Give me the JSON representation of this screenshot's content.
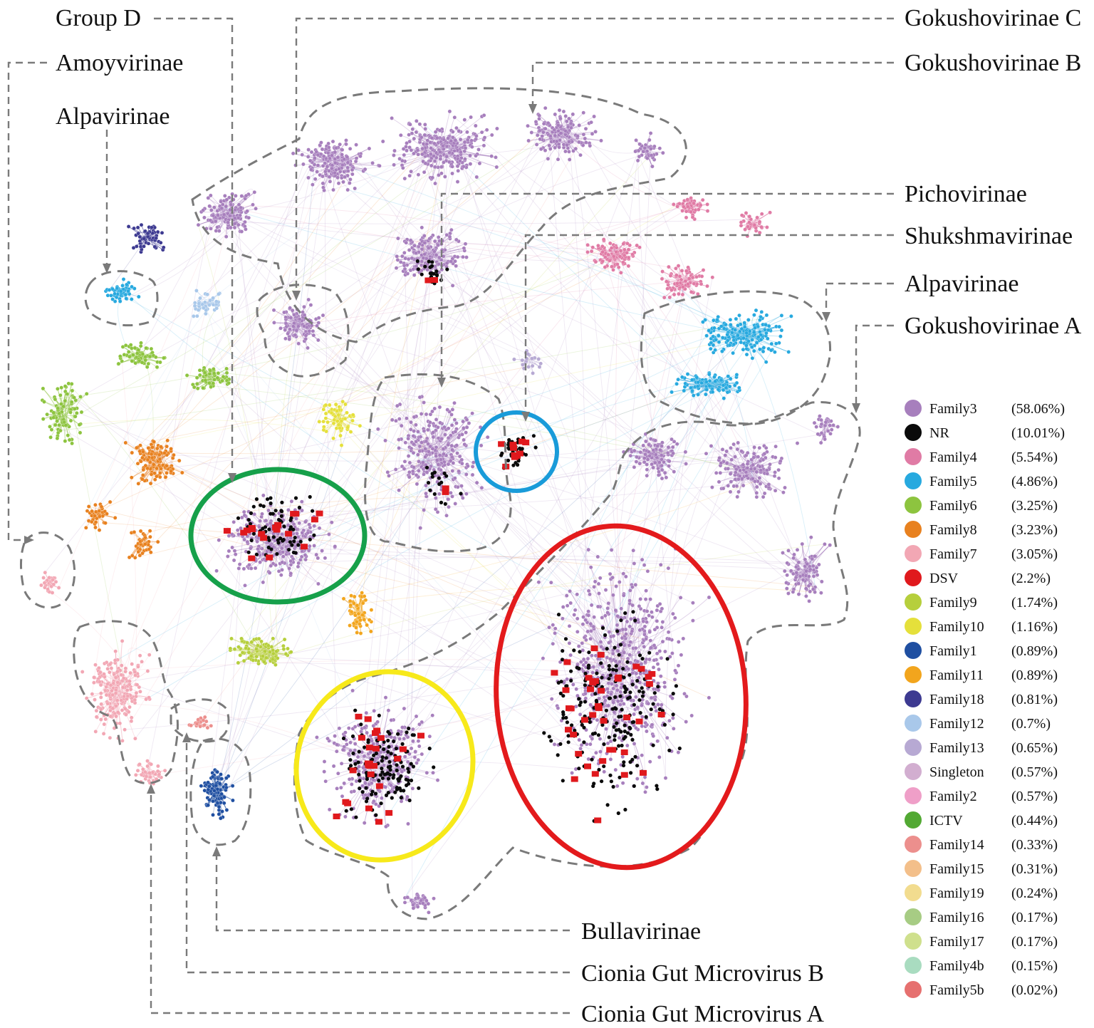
{
  "labels": {
    "group_d": "Group D",
    "amoyvirinae": "Amoyvirinae",
    "alpavirinae_left": "Alpavirinae",
    "gokushovirinae_c": "Gokushovirinae C",
    "gokushovirinae_b": "Gokushovirinae B",
    "pichovirinae": "Pichovirinae",
    "shukshmavirinae": "Shukshmavirinae",
    "alpavirinae_right": "Alpavirinae",
    "gokushovirinae_a": "Gokushovirinae A",
    "bullavirinae": "Bullavirinae",
    "cionia_b": "Cionia Gut Microvirus B",
    "cionia_a": "Cionia Gut Microvirus A"
  },
  "legend": [
    {
      "name": "Family3",
      "pct": "(58.06%)",
      "color": "#a77fbd"
    },
    {
      "name": "NR",
      "pct": "(10.01%)",
      "color": "#0a0a0a"
    },
    {
      "name": "Family4",
      "pct": "(5.54%)",
      "color": "#e07ba5"
    },
    {
      "name": "Family5",
      "pct": "(4.86%)",
      "color": "#27a9df"
    },
    {
      "name": "Family6",
      "pct": "(3.25%)",
      "color": "#8dc43f"
    },
    {
      "name": "Family8",
      "pct": "(3.23%)",
      "color": "#e8811f"
    },
    {
      "name": "Family7",
      "pct": "(3.05%)",
      "color": "#f2a7b4"
    },
    {
      "name": "DSV",
      "pct": "(2.2%)",
      "color": "#e0191d"
    },
    {
      "name": "Family9",
      "pct": "(1.74%)",
      "color": "#b6cf3c"
    },
    {
      "name": "Family10",
      "pct": "(1.16%)",
      "color": "#e5e03b"
    },
    {
      "name": "Family1",
      "pct": "(0.89%)",
      "color": "#1f4fa1"
    },
    {
      "name": "Family11",
      "pct": "(0.89%)",
      "color": "#f2a51d"
    },
    {
      "name": "Family18",
      "pct": "(0.81%)",
      "color": "#3d3a91"
    },
    {
      "name": "Family12",
      "pct": "(0.7%)",
      "color": "#a9c8ea"
    },
    {
      "name": "Family13",
      "pct": "(0.65%)",
      "color": "#b7a9d3"
    },
    {
      "name": "Singleton",
      "pct": "(0.57%)",
      "color": "#d2aed0"
    },
    {
      "name": "Family2",
      "pct": "(0.57%)",
      "color": "#ef9fc8"
    },
    {
      "name": "ICTV",
      "pct": "(0.44%)",
      "color": "#52a933"
    },
    {
      "name": "Family14",
      "pct": "(0.33%)",
      "color": "#ec8f8d"
    },
    {
      "name": "Family15",
      "pct": "(0.31%)",
      "color": "#f3bf8a"
    },
    {
      "name": "Family19",
      "pct": "(0.24%)",
      "color": "#f2dc8f"
    },
    {
      "name": "Family16",
      "pct": "(0.17%)",
      "color": "#a7cc84"
    },
    {
      "name": "Family17",
      "pct": "(0.17%)",
      "color": "#cfe08d"
    },
    {
      "name": "Family4b",
      "pct": "(0.15%)",
      "color": "#a9dcc0"
    },
    {
      "name": "Family5b",
      "pct": "(0.02%)",
      "color": "#e6706f"
    }
  ],
  "highlight_colors": {
    "green_ring": "#16a04a",
    "blue_ring": "#199bd9",
    "red_ring": "#e31a1c",
    "yellow_ring": "#f7e91a"
  }
}
